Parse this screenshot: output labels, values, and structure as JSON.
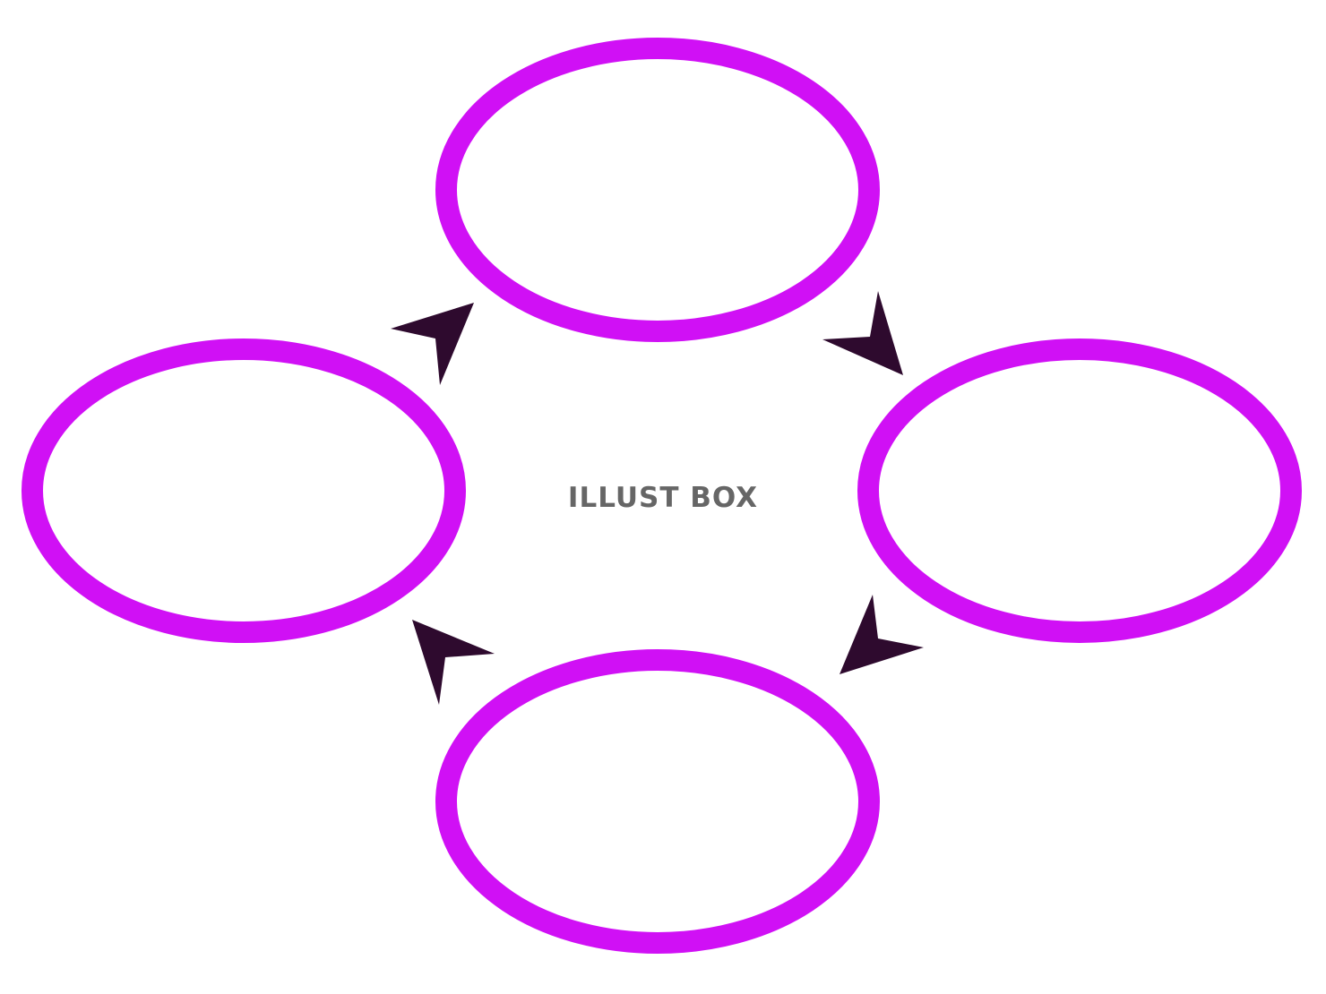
{
  "diagram": {
    "type": "cycle",
    "node_count": 4,
    "nodes": [
      {
        "id": "top",
        "label": ""
      },
      {
        "id": "right",
        "label": ""
      },
      {
        "id": "bottom",
        "label": ""
      },
      {
        "id": "left",
        "label": ""
      }
    ],
    "edges": [
      {
        "from": "top",
        "to": "right"
      },
      {
        "from": "right",
        "to": "bottom"
      },
      {
        "from": "bottom",
        "to": "left"
      },
      {
        "from": "left",
        "to": "top"
      }
    ],
    "direction": "clockwise",
    "node_stroke_color": "#d010f5",
    "node_fill_color": "#ffffff",
    "arrow_color": "#2e0a2e",
    "watermark_color": "#666666"
  },
  "watermark": {
    "text": "ILLUST BOX"
  }
}
